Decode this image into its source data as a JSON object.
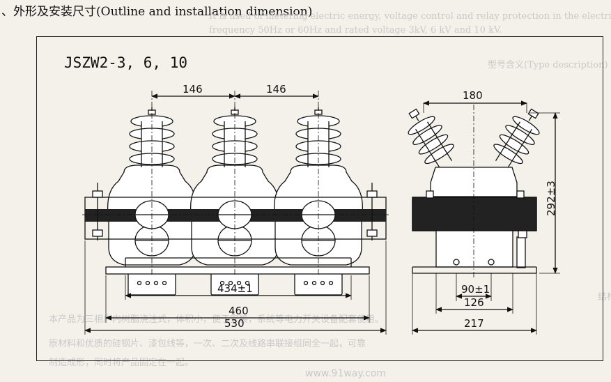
{
  "section_title": "、外形及安装尺寸(Outline and installation dimension)",
  "model": "JSZW2-3, 6, 10",
  "watermark": "www.91way.com",
  "front_view": {
    "dim_spacing_left": "146",
    "dim_spacing_right": "146",
    "dim_mount_holes": "434±1",
    "dim_base": "460",
    "dim_overall": "530"
  },
  "side_view": {
    "dim_top": "180",
    "dim_height": "292±3",
    "dim_holes": "90±1",
    "dim_base": "126",
    "dim_overall": "217"
  },
  "background_text": {
    "line1": "It is used of metering electric energy, voltage control and relay protection in the electric system with",
    "line2": "frequency 50Hz or 60Hz and rated voltage 3kV, 6 kV and 10 kV.",
    "heading_desc": "型号含义(Type description)",
    "heading_construction": "结构简介(Construction)",
    "para_a": "本产品为三相户内树脂浇注式，体积小，便于安装，系统等电力开关设备配套使用。",
    "para_b": "原材料和优质的硅钢片、漆包线等，一次、二次及线路串联接组同全一起，可靠",
    "para_c": "制造成形，同时将产品固定在一起。"
  }
}
